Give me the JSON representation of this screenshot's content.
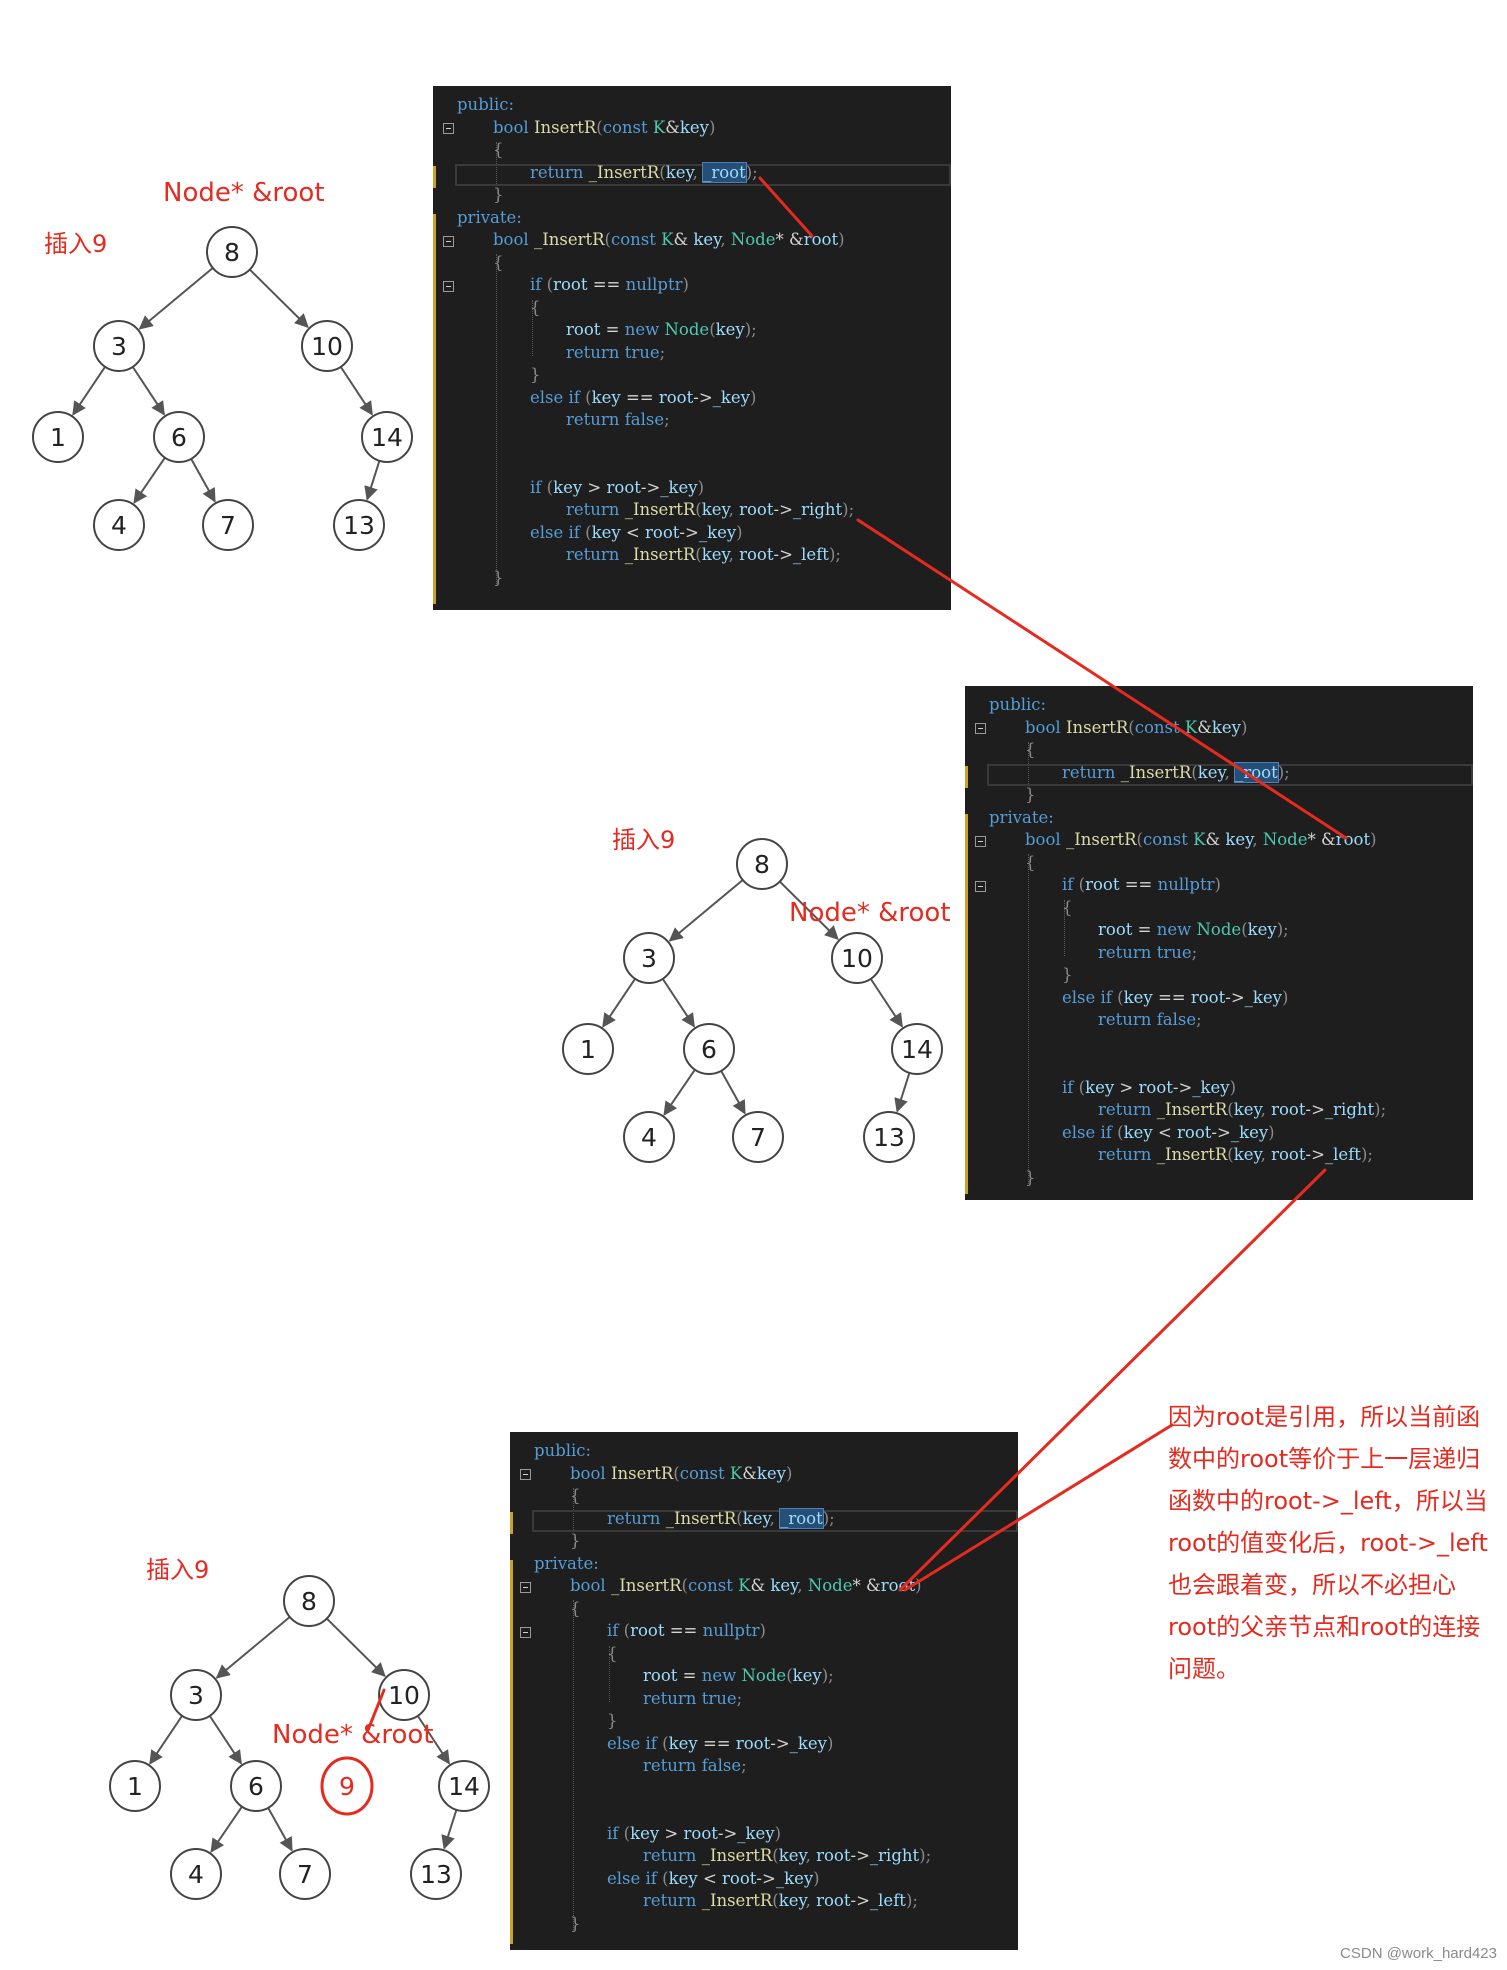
{
  "code_lines": [
    "public:",
    "bool InsertR(const K&key)",
    "{",
    "return _InsertR(key, _root);",
    "}",
    "private:",
    "bool _InsertR(const K& key, Node* &root)",
    "{",
    "if (root == nullptr)",
    "{",
    "root = new Node(key);",
    "return true;",
    "}",
    "else if (key == root->_key)",
    "return false;",
    "if (key > root->_key)",
    "return _InsertR(key, root->_right);",
    "else if (key < root->_key)",
    "return _InsertR(key, root->_left);",
    "}"
  ],
  "tree_nodes": [
    "8",
    "3",
    "10",
    "1",
    "6",
    "14",
    "4",
    "7",
    "13"
  ],
  "inserted_node": "9",
  "labels": {
    "insert": "插入9",
    "node_ref": "Node* &root"
  },
  "caption": [
    "因为root是引用，所以当前函",
    "数中的root等价于上一层递归",
    "函数中的root->_left，所以当",
    "root的值变化后，root->_left",
    "也会跟着变，所以不必担心",
    "root的父亲节点和root的连接",
    "问题。"
  ],
  "watermark": "CSDN @work_hard423",
  "colors": {
    "annotation_red": "#e52b20",
    "code_bg": "#1e1e1e"
  }
}
